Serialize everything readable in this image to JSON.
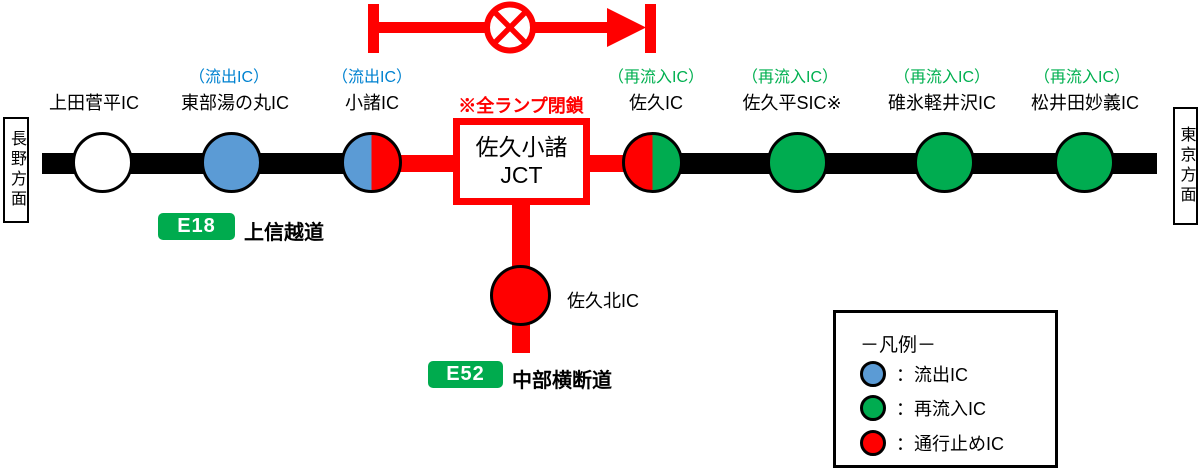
{
  "directions": {
    "left": "長野方面",
    "right": "東京方面"
  },
  "closure_note": "※全ランプ閉鎖",
  "jct": {
    "name_line1": "佐久小諸",
    "name_line2": "JCT"
  },
  "ics": [
    {
      "name": "上田菅平IC",
      "tag": "",
      "status": "normal"
    },
    {
      "name": "東部湯の丸IC",
      "tag": "（流出IC）",
      "status": "outflow"
    },
    {
      "name": "小諸IC",
      "tag": "（流出IC）",
      "status": "outflow-closed"
    },
    {
      "name": "佐久IC",
      "tag": "（再流入IC）",
      "status": "closed-reentry"
    },
    {
      "name": "佐久平SIC※",
      "tag": "（再流入IC）",
      "status": "reentry"
    },
    {
      "name": "碓氷軽井沢IC",
      "tag": "（再流入IC）",
      "status": "reentry"
    },
    {
      "name": "松井田妙義IC",
      "tag": "（再流入IC）",
      "status": "reentry"
    }
  ],
  "branch_ic": {
    "name": "佐久北IC",
    "status": "closed"
  },
  "roads": {
    "shinetsu": {
      "badge": "E18",
      "name": "上信越道"
    },
    "chubu": {
      "badge": "E52",
      "name": "中部横断道"
    }
  },
  "legend": {
    "title": "－凡例－",
    "items": [
      {
        "label": "：流出IC",
        "color": "#5B9BD5"
      },
      {
        "label": "：再流入IC",
        "color": "#00AC50"
      },
      {
        "label": "：通行止めIC",
        "color": "#FF0000"
      }
    ]
  },
  "colors": {
    "outflow_blue": "#5B9BD5",
    "reentry_green": "#00AC50",
    "closed_red": "#FF0000",
    "badge_green": "#00AB4E",
    "tag_blue_text": "#0082D0",
    "tag_green_text": "#00B050",
    "line_black": "#000000"
  }
}
